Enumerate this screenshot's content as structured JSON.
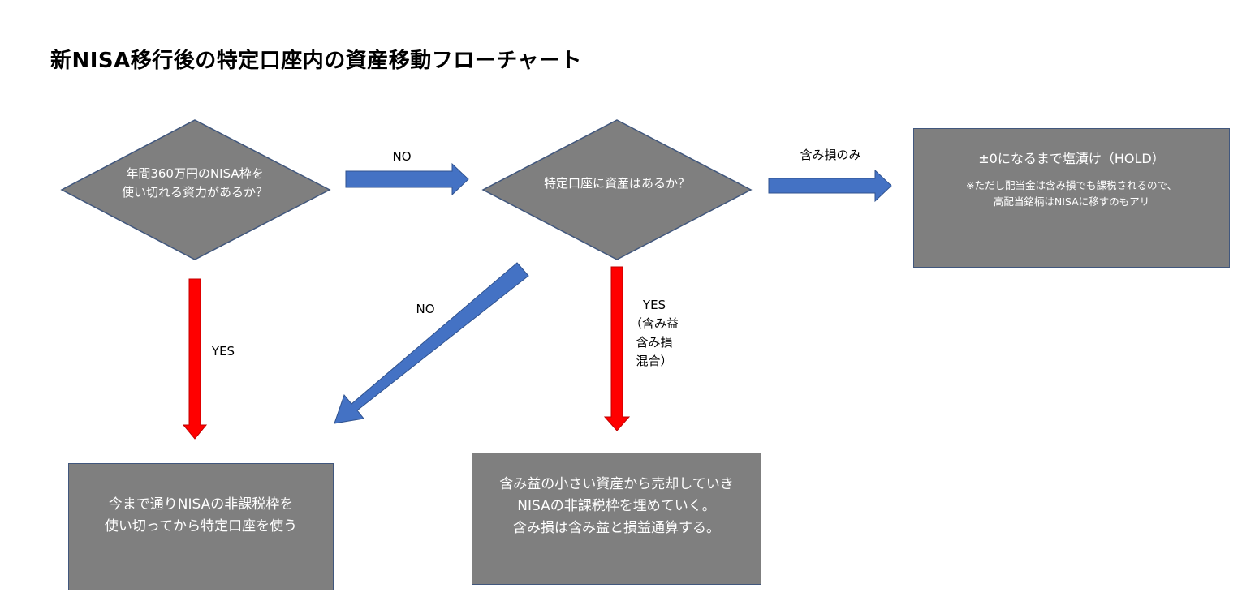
{
  "title": "新NISA移行後の特定口座内の資産移動フローチャート",
  "colors": {
    "shape_fill": "#7f7f7f",
    "shape_border": "#41577d",
    "blue_arrow": "#4472c4",
    "red_arrow": "#ff0000",
    "text_on_shape": "#ffffff"
  },
  "decision1": {
    "line1": "年間360万円のNISA枠を",
    "line2": "使い切れる資力があるか？"
  },
  "decision2": {
    "text": "特定口座に資産はあるか？"
  },
  "box_hold": {
    "heading": "±0になるまで塩漬け（HOLD）",
    "note1": "※ただし配当金は含み損でも課税されるので、",
    "note2": "高配当銘柄はNISAに移すのもアリ"
  },
  "box_nisa_first": {
    "line1": "今まで通りNISAの非課税枠を",
    "line2": "使い切ってから特定口座を使う"
  },
  "box_sell": {
    "line1": "含み益の小さい資産から売却していき",
    "line2": "NISAの非課税枠を埋めていく。",
    "line3": "含み損は含み益と損益通算する。"
  },
  "labels": {
    "no_right": "NO",
    "loss_only": "含み損のみ",
    "yes_left": "YES",
    "no_diag": "NO",
    "yes_mid": [
      "YES",
      "（含み益",
      "含み損",
      "混合）"
    ]
  }
}
